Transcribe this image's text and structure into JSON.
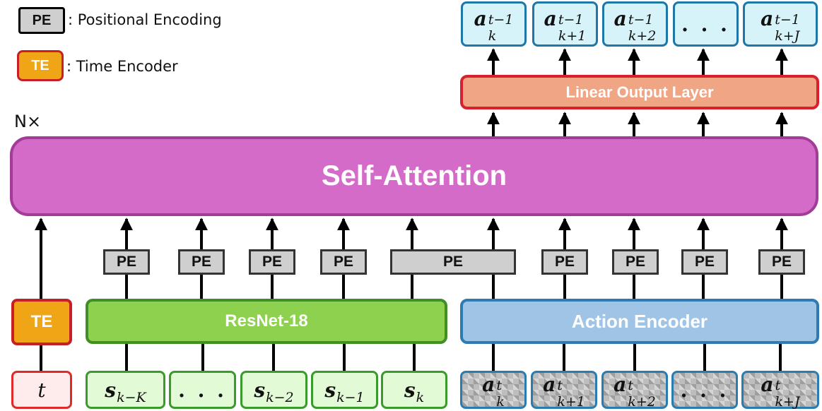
{
  "legend": {
    "pe": {
      "box": "PE",
      "text": ": Positional Encoding"
    },
    "te": {
      "box": "TE",
      "text": ": Time Encoder"
    }
  },
  "repeat_label": "N×",
  "blocks": {
    "self_attention": "Self-Attention",
    "linear_output": "Linear Output Layer",
    "resnet": "ResNet-18",
    "action_encoder": "Action Encoder",
    "time_encoder": "TE"
  },
  "pe_label": "PE",
  "outputs": [
    {
      "base": "a",
      "sup": "t−1",
      "sub": "k"
    },
    {
      "base": "a",
      "sup": "t−1",
      "sub": "k+1"
    },
    {
      "base": "a",
      "sup": "t−1",
      "sub": "k+2"
    },
    {
      "dots": ". . ."
    },
    {
      "base": "a",
      "sup": "t−1",
      "sub": "k+J"
    }
  ],
  "time_input": "t",
  "state_inputs": [
    {
      "base": "s",
      "sub": "k−K"
    },
    {
      "dots": ". . ."
    },
    {
      "base": "s",
      "sub": "k−2"
    },
    {
      "base": "s",
      "sub": "k−1"
    },
    {
      "base": "s",
      "sub": "k"
    }
  ],
  "action_inputs": [
    {
      "base": "a",
      "sup": "t",
      "sub": "k"
    },
    {
      "base": "a",
      "sup": "t",
      "sub": "k+1"
    },
    {
      "base": "a",
      "sup": "t",
      "sub": "k+2"
    },
    {
      "dots": ". . ."
    },
    {
      "base": "a",
      "sup": "t",
      "sub": "k+J"
    }
  ],
  "colors": {
    "self_attention_fill": "#d46bc8",
    "linear_fill": "#f0a584",
    "resnet_fill": "#8ed14f",
    "action_fill": "#9fc4e6",
    "time_encoder_fill": "#f0a517",
    "pe_fill": "#cfcfcf"
  }
}
